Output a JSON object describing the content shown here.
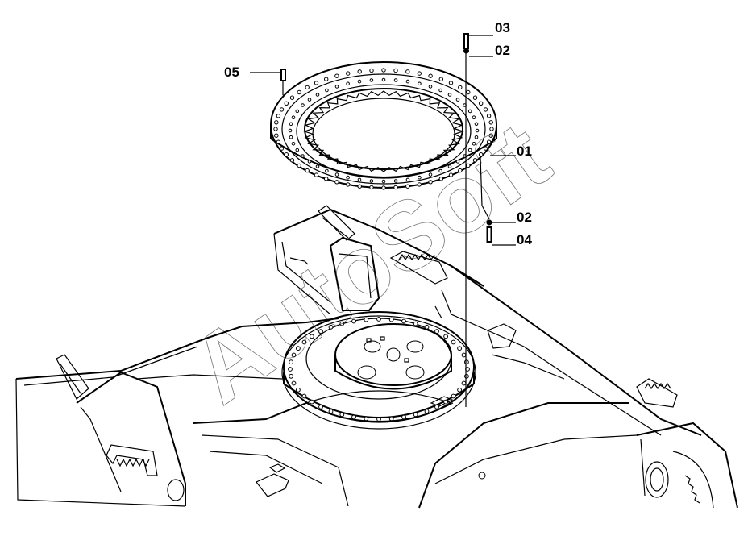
{
  "diagram": {
    "watermark": "AutoSoft",
    "callouts": [
      {
        "id": "callout-05",
        "label": "05"
      },
      {
        "id": "callout-03",
        "label": "03"
      },
      {
        "id": "callout-02-top",
        "label": "02"
      },
      {
        "id": "callout-01",
        "label": "01"
      },
      {
        "id": "callout-02-bottom",
        "label": "02"
      },
      {
        "id": "callout-04",
        "label": "04"
      }
    ],
    "parts": {
      "slewing_bearing": "slewing-ring-bearing",
      "frame": "undercarriage-center-frame"
    }
  }
}
